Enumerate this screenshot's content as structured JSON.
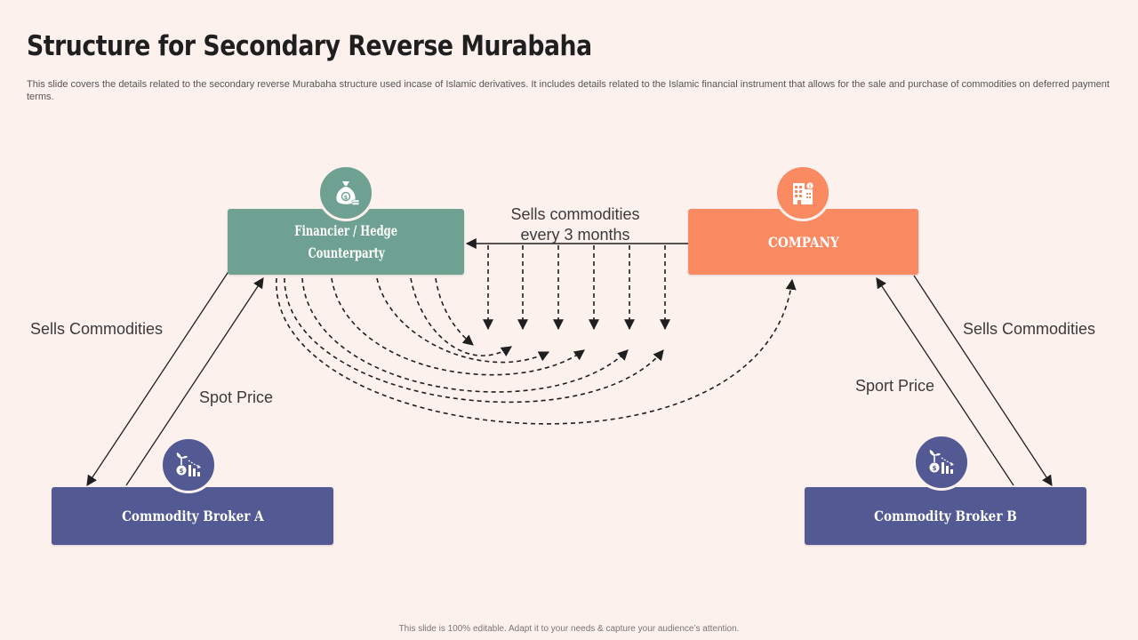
{
  "slide": {
    "title": "Structure for Secondary Reverse Murabaha",
    "description": "This slide covers the details related to the secondary reverse Murabaha structure used incase of Islamic derivatives. It includes details related to the Islamic financial instrument that allows for the sale and purchase of commodities on deferred payment terms.",
    "footer": "This slide is 100% editable.  Adapt it to your needs & capture your audience’s attention."
  },
  "nodes": {
    "financier": {
      "label_line1": "Financier / Hedge",
      "label_line2": "Counterparty",
      "icon": "money-bag-icon",
      "color": "#6ea192"
    },
    "company": {
      "label": "COMPANY",
      "icon": "office-building-icon",
      "color": "#f98a62"
    },
    "broker_a": {
      "label": "Commodity Broker A",
      "icon": "investment-growth-icon",
      "color": "#525993"
    },
    "broker_b": {
      "label": "Commodity Broker B",
      "icon": "investment-growth-icon",
      "color": "#525993"
    }
  },
  "edges": {
    "company_to_financier_line1": "Sells commodities",
    "company_to_financier_line2": "every 3 months",
    "financier_to_broker_a": "Sells Commodities",
    "broker_a_to_financier": "Spot Price",
    "company_to_broker_b": "Sells Commodities",
    "broker_b_to_company": "Sport Price"
  }
}
